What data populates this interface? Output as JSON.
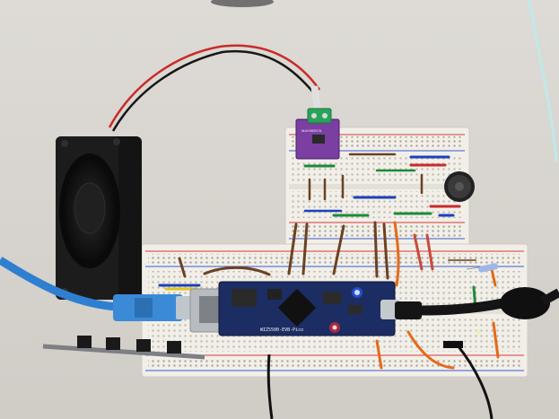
{
  "scene": {
    "colors": {
      "table": "#d8d5d0",
      "breadboard": "#f1efe8",
      "rail_red": "#d63a3a",
      "rail_blue": "#3b5bd1",
      "mcu_board": "#1c2d63",
      "amp_board": "#7b3ea1",
      "wire_orange": "#e46a1a",
      "wire_brown": "#6b4123",
      "wire_red": "#c92a2a",
      "wire_black": "#171717",
      "ethernet_blue": "#2f7fd1",
      "led_blue": "#2a5cff",
      "led_red": "#ff2a2a"
    },
    "mcu_silkscreen": "WIZ5500-EVB-Pico",
    "amp_silkscreen": "MAX98357A",
    "items": [
      "speaker",
      "ethernet-cable",
      "audio-amplifier-module",
      "microcontroller-board",
      "microphone-module",
      "usb-c-cable",
      "push-buttons",
      "breadboards"
    ]
  }
}
